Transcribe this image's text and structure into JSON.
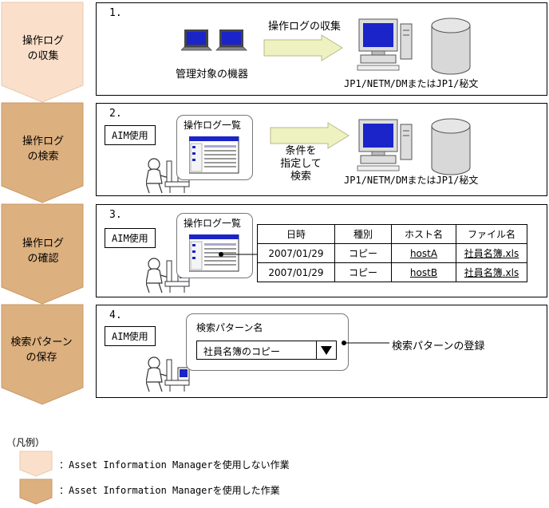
{
  "flow_steps": [
    {
      "side_label_1": "操作ログ",
      "side_label_2": "の収集",
      "number": "1."
    },
    {
      "side_label_1": "操作ログ",
      "side_label_2": "の検索",
      "number": "2."
    },
    {
      "side_label_1": "操作ログ",
      "side_label_2": "の確認",
      "number": "3."
    },
    {
      "side_label_1": "検索パターン",
      "side_label_2": "の保存",
      "number": "4."
    }
  ],
  "step1": {
    "arrow_label": "操作ログの収集",
    "devices_label": "管理対象の機器",
    "server_label": "JP1/NETM/DMまたはJP1/秘文"
  },
  "step2": {
    "aim_label": "AIM使用",
    "panel_title": "操作ログ一覧",
    "arrow_line1": "条件を",
    "arrow_line2": "指定して",
    "arrow_line3": "検索",
    "server_label": "JP1/NETM/DMまたはJP1/秘文"
  },
  "step3": {
    "aim_label": "AIM使用",
    "panel_title": "操作ログ一覧",
    "table": {
      "headers": [
        "日時",
        "種別",
        "ホスト名",
        "ファイル名"
      ],
      "rows": [
        [
          "2007/01/29",
          "コピー",
          "hostA",
          "社員名簿.xls"
        ],
        [
          "2007/01/29",
          "コピー",
          "hostB",
          "社員名簿.xls"
        ]
      ]
    }
  },
  "step4": {
    "aim_label": "AIM使用",
    "field_label": "検索パターン名",
    "select_value": "社員名簿のコピー",
    "callout_label": "検索パターンの登録"
  },
  "legend": {
    "title": "（凡例）",
    "item1": "：Asset Information Managerを使用しない作業",
    "item2": "：Asset Information Managerを使用した作業"
  },
  "colors": {
    "light_step": "#FAE0CA",
    "dark_step": "#DDB07F",
    "arrow_fill": "#EEF2C0",
    "cylinder": "#D8D8D8"
  }
}
